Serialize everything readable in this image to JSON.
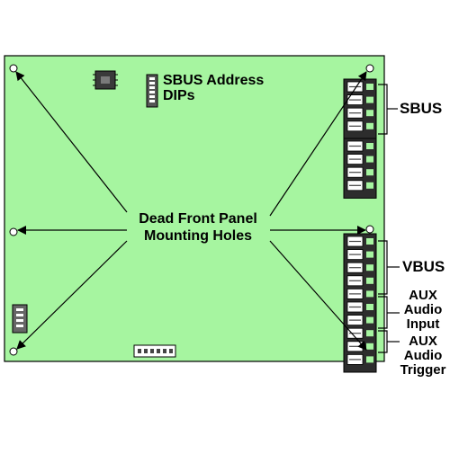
{
  "labels": {
    "sbus_address_line1": "SBUS Address",
    "sbus_address_line2": "DIPs",
    "dead_front_line1": "Dead Front Panel",
    "dead_front_line2": "Mounting Holes",
    "sbus": "SBUS",
    "vbus": "VBUS",
    "aux_input_line1": "AUX",
    "aux_input_line2": "Audio",
    "aux_input_line3": "Input",
    "aux_trigger_line1": "AUX",
    "aux_trigger_line2": "Audio",
    "aux_trigger_line3": "Trigger"
  },
  "colors": {
    "board": "#a6f5a0",
    "outline": "#000000",
    "terminal_face": "#ffffff"
  }
}
